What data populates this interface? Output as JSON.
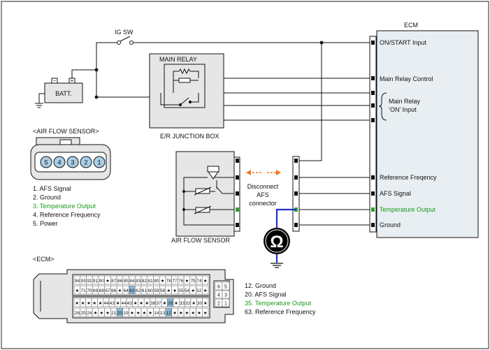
{
  "labels": {
    "ig_sw": "IG SW",
    "batt": "BATT.",
    "main_relay": "MAIN RELAY",
    "junction_box": "E/R JUNCTION BOX",
    "ecm_title": "ECM",
    "air_flow_sensor": "AIR FLOW SENSOR",
    "disconnect_line1": "Disconnect",
    "disconnect_line2": "AFS",
    "disconnect_line3": "connector",
    "ohm": "Ω"
  },
  "ecm_terminals": [
    {
      "label": "ON/START Input"
    },
    {
      "label": "Main Relay Control"
    },
    {
      "label": "Main Relay"
    },
    {
      "label": "‘ON’ Input"
    },
    {
      "label": "Reference Freqency"
    },
    {
      "label": "AFS Signal"
    },
    {
      "label": "Temperature Output",
      "highlight": true
    },
    {
      "label": "Ground"
    }
  ],
  "afs_connector": {
    "title": "<AIR FLOW SENSOR>",
    "pins": [
      "5",
      "4",
      "3",
      "2",
      "1"
    ],
    "legend": [
      {
        "text": "1. AFS Signal"
      },
      {
        "text": "2. Ground"
      },
      {
        "text": "3. Temperature Output",
        "highlight": true
      },
      {
        "text": "4. Reference Frequency"
      },
      {
        "text": "5. Power"
      }
    ]
  },
  "ecm_connector": {
    "title": "<ECM>",
    "row1": [
      "94",
      "93",
      "92",
      "91",
      "90",
      "★",
      "87",
      "86",
      "85",
      "84",
      "83",
      "82",
      "81",
      "80",
      "★",
      "78",
      "77",
      "76",
      "★",
      "75",
      "74",
      "★"
    ],
    "row2": [
      "★",
      "71",
      "70",
      "69",
      "68",
      "67",
      "66",
      "★",
      "64",
      "63",
      "62",
      "61",
      "60",
      "59",
      "58",
      "★",
      "★",
      "55",
      "54",
      "★",
      "52",
      "★"
    ],
    "row3": [
      "★",
      "★",
      "★",
      "★",
      "★",
      "44",
      "43",
      "★",
      "44",
      "43",
      "★",
      "★",
      "★",
      "38",
      "37",
      "★",
      "35",
      "★",
      "33",
      "32",
      "★",
      "30",
      "★"
    ],
    "row4": [
      "26",
      "25",
      "24",
      "★",
      "★",
      "★",
      "21",
      "20",
      "19",
      "★",
      "★",
      "★",
      "★",
      "14",
      "13",
      "12",
      "★",
      "★",
      "★",
      "★",
      "★",
      "★"
    ],
    "side": [
      "6",
      "5",
      "4",
      "3",
      "2",
      "1"
    ],
    "legend": [
      {
        "text": "12. Ground"
      },
      {
        "text": "20. AFS Signal"
      },
      {
        "text": "35. Temperature Output",
        "highlight": true
      },
      {
        "text": "63. Reference Frequency"
      }
    ]
  },
  "colors": {
    "wire": "#111111",
    "highlight_text": "#1a9a1a",
    "meter_lead": "#1f2fcf",
    "arrow": "#f07820",
    "ecm_fill": "#e8eef2",
    "box_fill": "#e6e6e6",
    "pin_fill": "#a9cfe6",
    "pin_highlight": "#8ab8d8"
  }
}
